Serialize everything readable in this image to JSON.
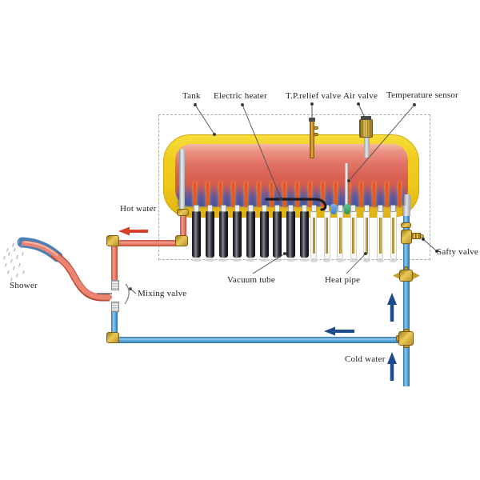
{
  "diagram": {
    "type": "solar-water-heater-schematic",
    "labels": {
      "tank": "Tank",
      "electric_heater": "Electric heater",
      "tp_relief_valve": "T.P.relief valve",
      "air_valve": "Air valve",
      "temperature_sensor": "Temperature sensor",
      "hot_water": "Hot water",
      "shower": "Shower",
      "mixing_valve": "Mixing valve",
      "vacuum_tube": "Vacuum tube",
      "heat_pipe": "Heat pipe",
      "safty_valve": "Safty valve",
      "cold_water": "Cold water"
    },
    "colors": {
      "tank_shell_yellow": "#f0cd1d",
      "tank_hot_red": "#d96153",
      "tank_cold_blue": "#4a58a2",
      "hot_pipe": "#ec8170",
      "cold_pipe": "#5eacdf",
      "brass_fitting": "#c49b2e",
      "hot_arrow": "#d8402c",
      "cold_arrow": "#1d4b8c",
      "vacuum_tube_dark": "#22222a",
      "heat_pipe_rod": "#c39b42",
      "condenser_blue": "#3e7fc6",
      "condenser_green": "#2f9356",
      "heater_element": "#1c1c26"
    },
    "counts": {
      "vacuum_tubes": 9,
      "heat_pipes": 7,
      "tank_ports": 17
    }
  }
}
